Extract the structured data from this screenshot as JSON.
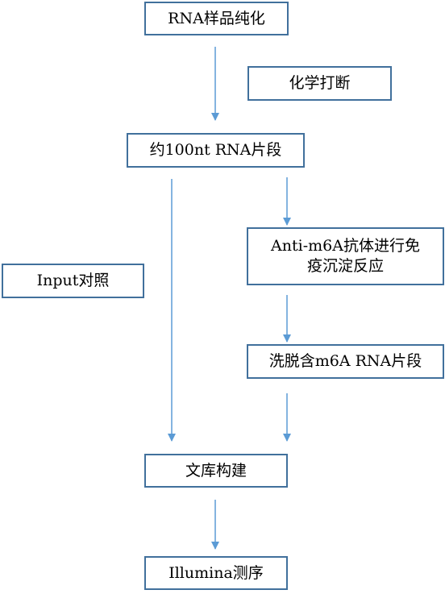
{
  "flowchart": {
    "steps": {
      "rna_purification": "RNA样品纯化",
      "chemical_fragmentation": "化学打断",
      "rna_fragments": "约100nt RNA片段",
      "ip_line1": "Anti-m6A抗体进行免",
      "ip_line2": "疫沉淀反应",
      "input_control": "Input对照",
      "elute": "洗脱含m6A RNA片段",
      "library_construction": "文库构建",
      "sequencing": "Illumina测序"
    },
    "colors": {
      "box_border": "#41709c",
      "arrow": "#5b9bd5"
    }
  }
}
